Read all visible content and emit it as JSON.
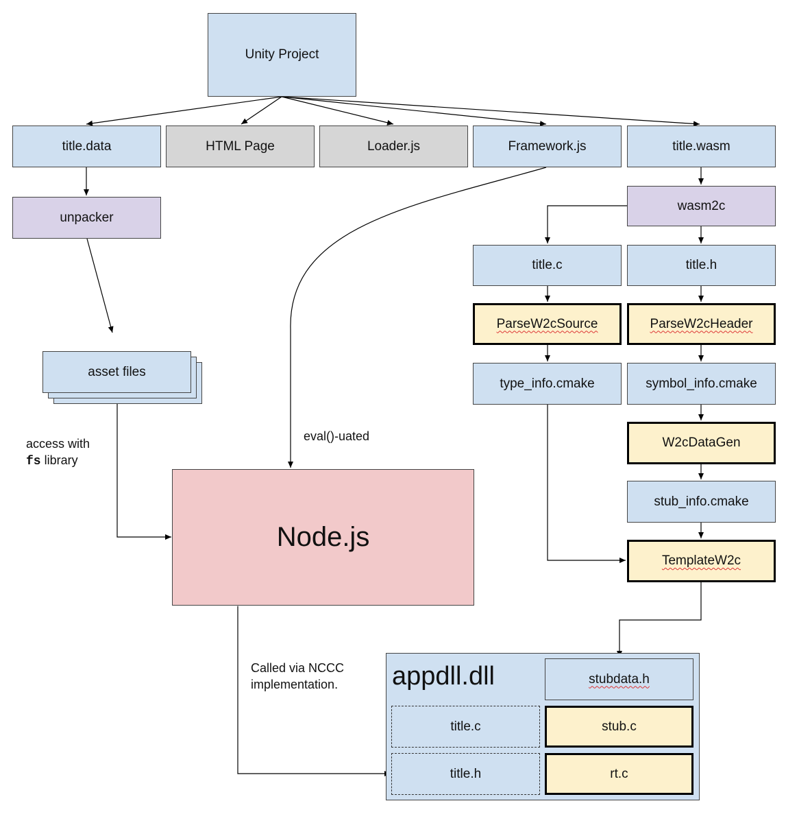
{
  "nodes": {
    "unity_project": "Unity Project",
    "title_data": "title.data",
    "html_page": "HTML Page",
    "loader_js": "Loader.js",
    "framework_js": "Framework.js",
    "title_wasm": "title.wasm",
    "unpacker": "unpacker",
    "wasm2c": "wasm2c",
    "title_c": "title.c",
    "title_h": "title.h",
    "parse_w2c_source": "ParseW2cSource",
    "parse_w2c_header": "ParseW2cHeader",
    "type_info_cmake": "type_info.cmake",
    "symbol_info_cmake": "symbol_info.cmake",
    "w2c_data_gen": "W2cDataGen",
    "stub_info_cmake": "stub_info.cmake",
    "template_w2c": "TemplateW2c",
    "asset_files": "asset files",
    "node_js": "Node.js"
  },
  "appdll": {
    "title": "appdll.dll",
    "stubdata_h": "stubdata.h",
    "title_c": "title.c",
    "stub_c": "stub.c",
    "title_h": "title.h",
    "rt_c": "rt.c"
  },
  "labels": {
    "access_with": "access with",
    "fs": "fs",
    "library": " library",
    "evaluated": "eval()-uated",
    "nccc_line1": "Called via NCCC",
    "nccc_line2": "implementation."
  },
  "colors": {
    "blue_box": "#cfe0f1",
    "gray_box": "#d6d6d6",
    "purple_box": "#d9d2e8",
    "yellow_box": "#fdf1cc",
    "pink_box": "#f2c9ca"
  }
}
